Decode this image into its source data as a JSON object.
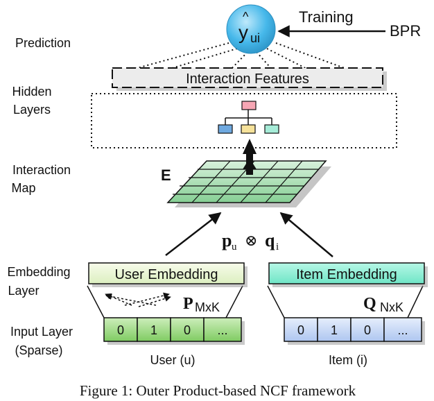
{
  "layer_labels": {
    "prediction": "Prediction",
    "hidden_line1": "Hidden",
    "hidden_line2": "Layers",
    "interaction_line1": "Interaction",
    "interaction_line2": "Map",
    "embedding_line1": "Embedding",
    "embedding_line2": "Layer",
    "input_line1": "Input Layer",
    "input_line2": "(Sparse)"
  },
  "prediction": {
    "symbol": "y",
    "hat": "^",
    "subscript": "ui",
    "training_label": "Training",
    "loss_label": "BPR"
  },
  "interaction_features_label": "Interaction Features",
  "interaction_map_symbol": "E",
  "outer_product": {
    "p": "p",
    "p_sub": "u",
    "operator": "⊗",
    "q": "q",
    "q_sub": "i"
  },
  "user_side": {
    "embedding_label": "User Embedding",
    "matrix_symbol": "P",
    "matrix_dims": "MxK",
    "cells": [
      "0",
      "1",
      "0",
      "..."
    ],
    "caption": "User (u)"
  },
  "item_side": {
    "embedding_label": "Item Embedding",
    "matrix_symbol": "Q",
    "matrix_dims": "NxK",
    "cells": [
      "0",
      "1",
      "0",
      "..."
    ],
    "caption": "Item (i)"
  },
  "figure_caption": "Figure 1: Outer Product-based NCF framework",
  "colors": {
    "prediction_circle": "#46b8ea",
    "user_embedding_fill": "#eaf5d4",
    "user_input_fill": "#9fd882",
    "item_embedding_fill": "#8ef0d6",
    "item_input_fill": "#c9d9f6",
    "map_fill": "#a9e0b3",
    "features_fill": "#ececec"
  }
}
